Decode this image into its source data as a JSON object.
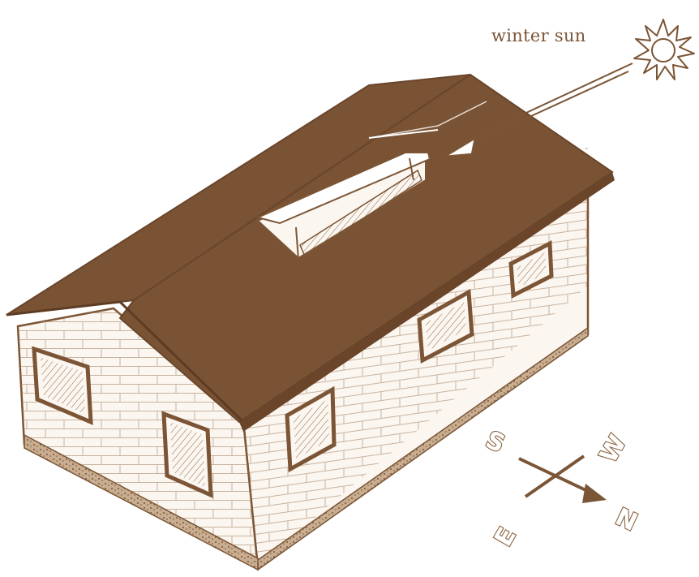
{
  "sun_label": "winter sun",
  "compass": {
    "south": "S",
    "north": "N",
    "east": "E",
    "west": "W"
  },
  "colors": {
    "roof": "#7a5334",
    "line": "#7b5535",
    "wall_hatch": "#9b7655",
    "background": "#ffffff"
  }
}
